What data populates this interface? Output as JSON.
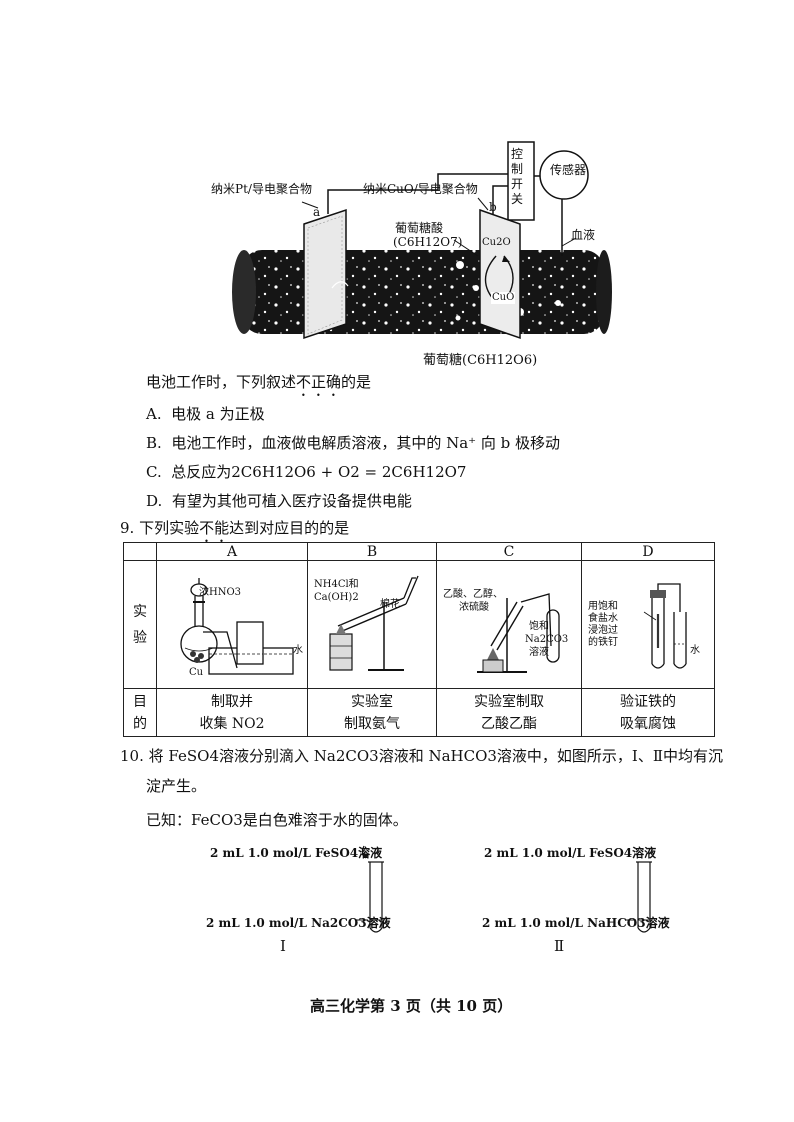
{
  "diagram_top": {
    "label_pt": "纳米Pt/导电聚合物",
    "label_cuo_polymer": "纳米CuO/导电聚合物",
    "label_a": "a",
    "label_b": "b",
    "label_switch": "控制开关",
    "label_sensor": "传感器",
    "label_blood": "血液",
    "label_gluconic": "葡萄糖酸",
    "label_gluconic_formula": "(C6H12O7)",
    "label_cu2o": "Cu2O",
    "label_cuo": "CuO",
    "label_glucose": "葡萄糖(C6H12O6)"
  },
  "q8": {
    "stem": "电池工作时，下列叙述不正确的是",
    "stem_pre": "电池工作时，下列叙述",
    "stem_emph": "不正确",
    "stem_post": "的是",
    "options": [
      {
        "key": "A.",
        "text": "电极 a 为正极"
      },
      {
        "key": "B.",
        "text": "电池工作时，血液做电解质溶液，其中的 Na⁺ 向 b 极移动"
      },
      {
        "key": "C.",
        "text": "总反应为2C6H12O6 + O2 = 2C6H12O7"
      },
      {
        "key": "D.",
        "text": "有望为其他可植入医疗设备提供电能"
      }
    ]
  },
  "q9": {
    "number": "9.",
    "stem_pre": "下列实验",
    "stem_emph": "不能",
    "stem_post": "达到对应目的的是",
    "headers": [
      "A",
      "B",
      "C",
      "D"
    ],
    "row1_label": "实验",
    "row2_label": "目的",
    "purposes": [
      [
        "制取并",
        "收集 NO2"
      ],
      [
        "实验室",
        "制取氨气"
      ],
      [
        "实验室制取",
        "乙酸乙酯"
      ],
      [
        "验证铁的",
        "吸氧腐蚀"
      ]
    ],
    "cell_labels": {
      "a_hno3": "浓HNO3",
      "a_water": "水",
      "a_cu": "Cu",
      "b_reagent1": "NH4Cl和",
      "b_reagent2": "Ca(OH)2",
      "b_cotton": "棉花",
      "c_reagent1": "乙酸、乙醇、",
      "c_reagent2": "浓硫酸",
      "c_sat1": "饱和",
      "c_sat2": "Na2CO3",
      "c_sat3": "溶液",
      "d_nail1": "用饱和",
      "d_nail2": "食盐水",
      "d_nail3": "浸泡过",
      "d_nail4": "的铁钉",
      "d_water": "水"
    }
  },
  "q10": {
    "number": "10.",
    "stem_line1": "将 FeSO4溶液分别滴入 Na2CO3溶液和 NaHCO3溶液中，如图所示，Ⅰ、Ⅱ中均有沉",
    "stem_line2": "淀产生。",
    "known": "已知：FeCO3是白色难溶于水的固体。",
    "tube1_top": "2 mL 1.0 mol/L FeSO4溶液",
    "tube1_bottom": "2 mL 1.0 mol/L Na2CO3溶液",
    "tube1_label": "Ⅰ",
    "tube2_top": "2 mL 1.0 mol/L FeSO4溶液",
    "tube2_bottom": "2 mL 1.0 mol/L NaHCO3溶液",
    "tube2_label": "Ⅱ"
  },
  "footer": "高三化学第 3 页（共 10 页）"
}
